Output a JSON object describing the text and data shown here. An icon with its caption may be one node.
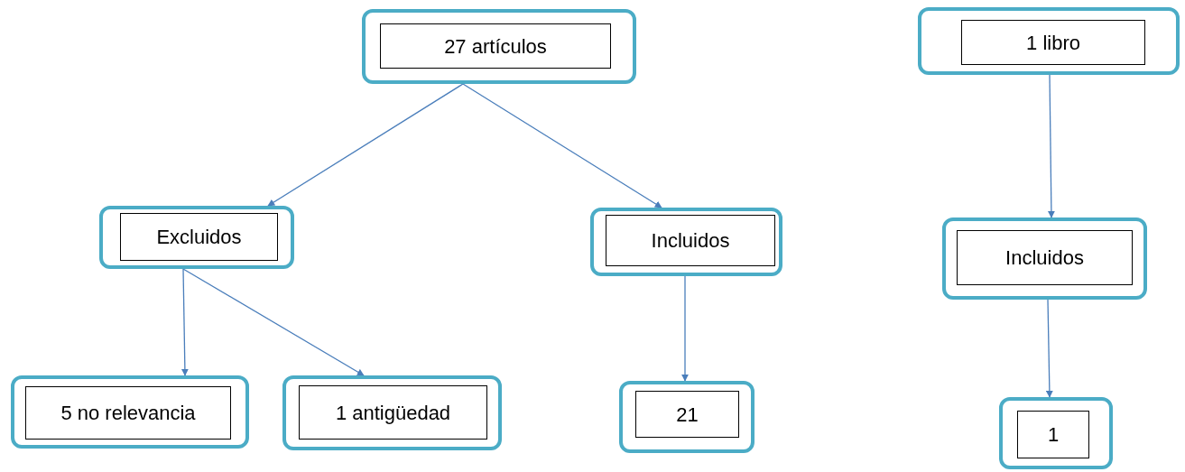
{
  "diagram": {
    "nodes": [
      {
        "text": [
          "27 artículos"
        ]
      },
      {
        "text": [
          "Excluidos"
        ]
      },
      {
        "text": [
          "Incluidos"
        ]
      },
      {
        "text": [
          "5 no relevancia"
        ]
      },
      {
        "text": [
          "1 antigüedad"
        ]
      },
      {
        "text": [
          "21"
        ]
      },
      {
        "text": [
          "1 libro"
        ]
      },
      {
        "text": [
          "Incluidos"
        ]
      },
      {
        "text": [
          "1"
        ]
      }
    ],
    "edges": [
      {
        "from": 0,
        "to": 1,
        "arrow": "to"
      },
      {
        "from": 0,
        "to": 2,
        "arrow": "to"
      },
      {
        "from": 1,
        "to": 3,
        "arrow": "to"
      },
      {
        "from": 1,
        "to": 4,
        "arrow": "to"
      },
      {
        "from": 2,
        "to": 5,
        "arrow": "to"
      },
      {
        "from": 6,
        "to": 7,
        "arrow": "to"
      },
      {
        "from": 7,
        "to": 8,
        "arrow": "to"
      }
    ]
  }
}
